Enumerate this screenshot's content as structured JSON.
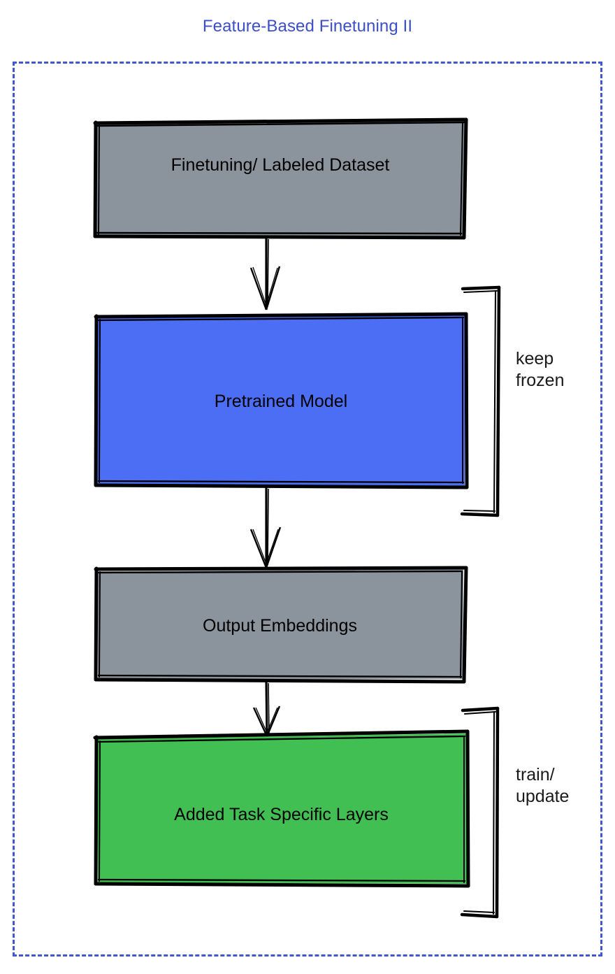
{
  "title": "Feature-Based Finetuning II",
  "colors": {
    "title_text": "#3c4fc8",
    "frame_dashed": "#3f58cc",
    "gray_fill": "#8b939c",
    "blue_fill": "#4c6ef5",
    "green_fill": "#41bf53",
    "stroke": "#000000",
    "background": "#ffffff"
  },
  "nodes": [
    {
      "id": "dataset",
      "label": "Finetuning/ Labeled Dataset",
      "fill": "gray"
    },
    {
      "id": "pretrained",
      "label": "Pretrained Model",
      "fill": "blue"
    },
    {
      "id": "embeddings",
      "label": "Output Embeddings",
      "fill": "gray"
    },
    {
      "id": "task-layers",
      "label": "Added Task Specific Layers",
      "fill": "green"
    }
  ],
  "annotations": [
    {
      "id": "keep-frozen",
      "label": "keep\nfrozen",
      "targets": "pretrained"
    },
    {
      "id": "train-update",
      "label": "train/\nupdate",
      "targets": "task-layers"
    }
  ],
  "arrows": [
    {
      "from": "dataset",
      "to": "pretrained"
    },
    {
      "from": "pretrained",
      "to": "embeddings"
    },
    {
      "from": "embeddings",
      "to": "task-layers"
    }
  ]
}
